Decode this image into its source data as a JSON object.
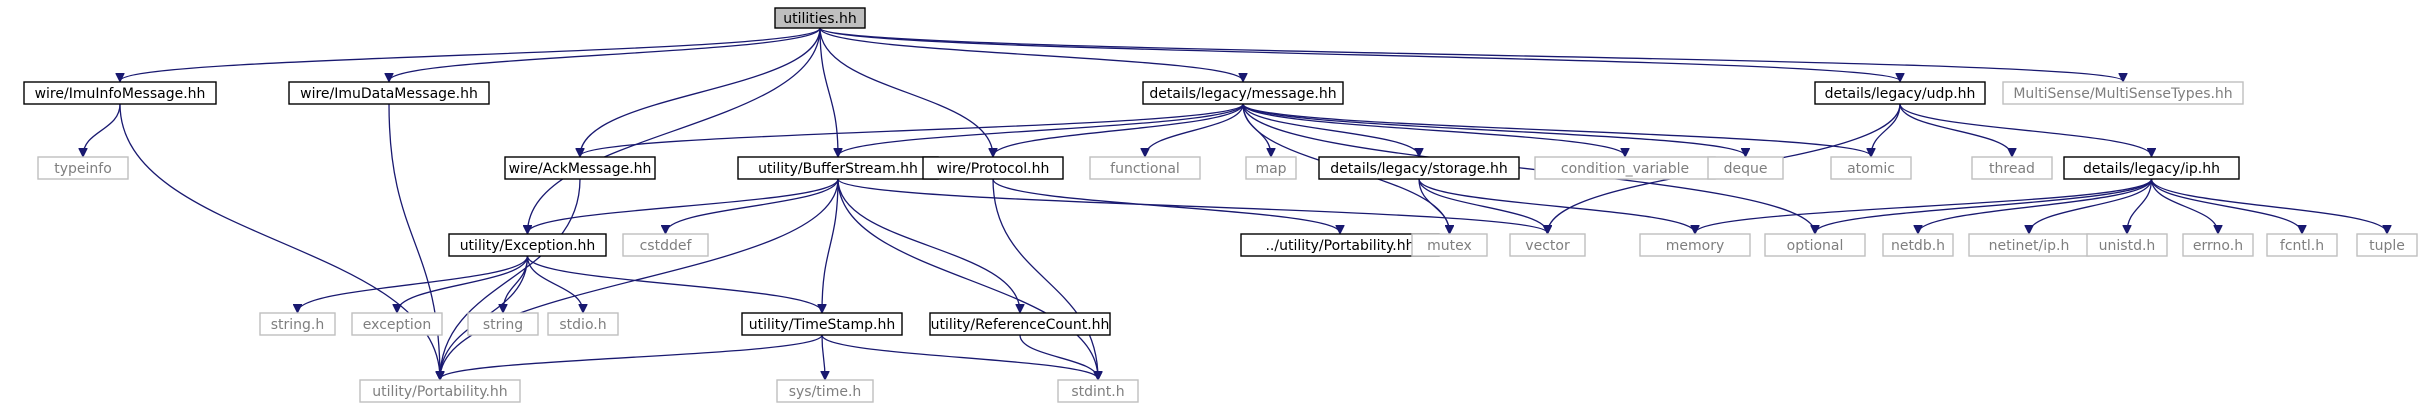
{
  "colors": {
    "edge": "#191970",
    "root_fill": "#bfbfbf",
    "primary_border": "#000000",
    "external_border": "#bfbfbf",
    "external_text": "#7f7f7f"
  },
  "nodes": [
    {
      "id": "utilities",
      "label": "utilities.hh",
      "kind": "root"
    },
    {
      "id": "imuinfo",
      "label": "wire/ImuInfoMessage.hh",
      "kind": "primary"
    },
    {
      "id": "imudata",
      "label": "wire/ImuDataMessage.hh",
      "kind": "primary"
    },
    {
      "id": "legacymsg",
      "label": "details/legacy/message.hh",
      "kind": "primary"
    },
    {
      "id": "udp",
      "label": "details/legacy/udp.hh",
      "kind": "primary"
    },
    {
      "id": "mstypes",
      "label": "MultiSense/MultiSenseTypes.hh",
      "kind": "external"
    },
    {
      "id": "typeinfo",
      "label": "typeinfo",
      "kind": "external"
    },
    {
      "id": "ack",
      "label": "wire/AckMessage.hh",
      "kind": "primary"
    },
    {
      "id": "bufstream",
      "label": "utility/BufferStream.hh",
      "kind": "primary"
    },
    {
      "id": "protocol",
      "label": "wire/Protocol.hh",
      "kind": "primary"
    },
    {
      "id": "functional",
      "label": "functional",
      "kind": "external"
    },
    {
      "id": "map",
      "label": "map",
      "kind": "external"
    },
    {
      "id": "storage",
      "label": "details/legacy/storage.hh",
      "kind": "primary"
    },
    {
      "id": "condvar",
      "label": "condition_variable",
      "kind": "external"
    },
    {
      "id": "deque",
      "label": "deque",
      "kind": "external"
    },
    {
      "id": "atomic",
      "label": "atomic",
      "kind": "external"
    },
    {
      "id": "thread",
      "label": "thread",
      "kind": "external"
    },
    {
      "id": "ip",
      "label": "details/legacy/ip.hh",
      "kind": "primary"
    },
    {
      "id": "exception",
      "label": "utility/Exception.hh",
      "kind": "primary"
    },
    {
      "id": "cstddef",
      "label": "cstddef",
      "kind": "external"
    },
    {
      "id": "relportability",
      "label": "../utility/Portability.hh",
      "kind": "primary"
    },
    {
      "id": "mutex",
      "label": "mutex",
      "kind": "external"
    },
    {
      "id": "vector",
      "label": "vector",
      "kind": "external"
    },
    {
      "id": "memory",
      "label": "memory",
      "kind": "external"
    },
    {
      "id": "optional",
      "label": "optional",
      "kind": "external"
    },
    {
      "id": "netdb",
      "label": "netdb.h",
      "kind": "external"
    },
    {
      "id": "netinetip",
      "label": "netinet/ip.h",
      "kind": "external"
    },
    {
      "id": "unistd",
      "label": "unistd.h",
      "kind": "external"
    },
    {
      "id": "errno",
      "label": "errno.h",
      "kind": "external"
    },
    {
      "id": "fcntl",
      "label": "fcntl.h",
      "kind": "external"
    },
    {
      "id": "tuple",
      "label": "tuple",
      "kind": "external"
    },
    {
      "id": "stringh",
      "label": "string.h",
      "kind": "external"
    },
    {
      "id": "exceptionstd",
      "label": "exception",
      "kind": "external"
    },
    {
      "id": "string",
      "label": "string",
      "kind": "external"
    },
    {
      "id": "stdioh",
      "label": "stdio.h",
      "kind": "external"
    },
    {
      "id": "timestamp",
      "label": "utility/TimeStamp.hh",
      "kind": "primary"
    },
    {
      "id": "refcount",
      "label": "utility/ReferenceCount.hh",
      "kind": "primary"
    },
    {
      "id": "portability",
      "label": "utility/Portability.hh",
      "kind": "external"
    },
    {
      "id": "systime",
      "label": "sys/time.h",
      "kind": "external"
    },
    {
      "id": "stdint",
      "label": "stdint.h",
      "kind": "external"
    }
  ],
  "edges": [
    [
      "utilities",
      "imuinfo"
    ],
    [
      "utilities",
      "imudata"
    ],
    [
      "utilities",
      "ack"
    ],
    [
      "utilities",
      "exception"
    ],
    [
      "utilities",
      "bufstream"
    ],
    [
      "utilities",
      "protocol"
    ],
    [
      "utilities",
      "legacymsg"
    ],
    [
      "utilities",
      "udp"
    ],
    [
      "utilities",
      "mstypes"
    ],
    [
      "imuinfo",
      "typeinfo"
    ],
    [
      "imuinfo",
      "portability"
    ],
    [
      "imudata",
      "portability"
    ],
    [
      "legacymsg",
      "ack"
    ],
    [
      "legacymsg",
      "bufstream"
    ],
    [
      "legacymsg",
      "protocol"
    ],
    [
      "legacymsg",
      "functional"
    ],
    [
      "legacymsg",
      "map"
    ],
    [
      "legacymsg",
      "storage"
    ],
    [
      "legacymsg",
      "condvar"
    ],
    [
      "legacymsg",
      "deque"
    ],
    [
      "legacymsg",
      "atomic"
    ],
    [
      "legacymsg",
      "mutex"
    ],
    [
      "legacymsg",
      "optional"
    ],
    [
      "udp",
      "atomic"
    ],
    [
      "udp",
      "thread"
    ],
    [
      "udp",
      "ip"
    ],
    [
      "udp",
      "vector"
    ],
    [
      "ack",
      "portability"
    ],
    [
      "bufstream",
      "exception"
    ],
    [
      "bufstream",
      "cstddef"
    ],
    [
      "bufstream",
      "timestamp"
    ],
    [
      "bufstream",
      "refcount"
    ],
    [
      "bufstream",
      "portability"
    ],
    [
      "bufstream",
      "stdint"
    ],
    [
      "bufstream",
      "vector"
    ],
    [
      "protocol",
      "relportability"
    ],
    [
      "protocol",
      "stdint"
    ],
    [
      "storage",
      "mutex"
    ],
    [
      "storage",
      "vector"
    ],
    [
      "storage",
      "memory"
    ],
    [
      "ip",
      "memory"
    ],
    [
      "ip",
      "optional"
    ],
    [
      "ip",
      "netdb"
    ],
    [
      "ip",
      "netinetip"
    ],
    [
      "ip",
      "unistd"
    ],
    [
      "ip",
      "errno"
    ],
    [
      "ip",
      "fcntl"
    ],
    [
      "ip",
      "tuple"
    ],
    [
      "exception",
      "stringh"
    ],
    [
      "exception",
      "exceptionstd"
    ],
    [
      "exception",
      "string"
    ],
    [
      "exception",
      "stdioh"
    ],
    [
      "exception",
      "timestamp"
    ],
    [
      "exception",
      "portability"
    ],
    [
      "timestamp",
      "portability"
    ],
    [
      "timestamp",
      "systime"
    ],
    [
      "timestamp",
      "stdint"
    ],
    [
      "refcount",
      "stdint"
    ]
  ]
}
